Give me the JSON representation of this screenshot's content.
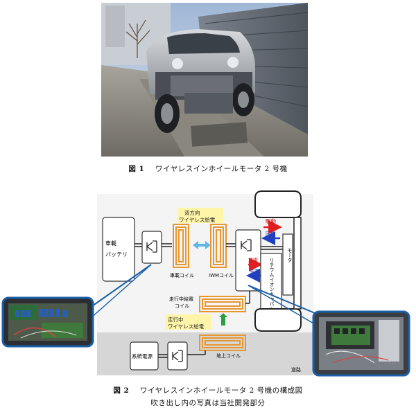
{
  "figure1": {
    "caption_fig": "図 1",
    "caption_text": "ワイヤレスインホイールモータ 2 号機"
  },
  "figure2": {
    "caption_fig": "図 2",
    "caption_text": "ワイヤレスインホイールモータ 2 号機の構成図",
    "caption_sub": "吹き出し内の写真は当社開発部分",
    "labels": {
      "battery_l1": "車載",
      "battery_l2": "バッテリ",
      "bidir_l1": "双方向",
      "bidir_l2": "ワイヤレス給電",
      "vehicle_coil": "車載コイル",
      "iwm_coil": "IWMコイル",
      "drive": "駆動",
      "regen": "回生",
      "discharge": "放電",
      "charge": "充電",
      "motor": "モータ",
      "li_cap": "リチウムイオンキャパシタ",
      "running_coil_l1": "走行中給電",
      "running_coil_l2": "コイル",
      "running_wpt_l1": "走行中",
      "running_wpt_l2": "ワイヤレス給電",
      "grid": "系統電源",
      "ground_coil": "地上コイル",
      "road": "道路"
    },
    "colors": {
      "coil": "#e8962e",
      "highlight": "#fff5a8",
      "drive_arrow": "#e02020",
      "regen_arrow": "#2040c0",
      "up_arrow": "#2aa040",
      "callout": "#1a5fa8",
      "road": "#d6d6d6"
    }
  }
}
